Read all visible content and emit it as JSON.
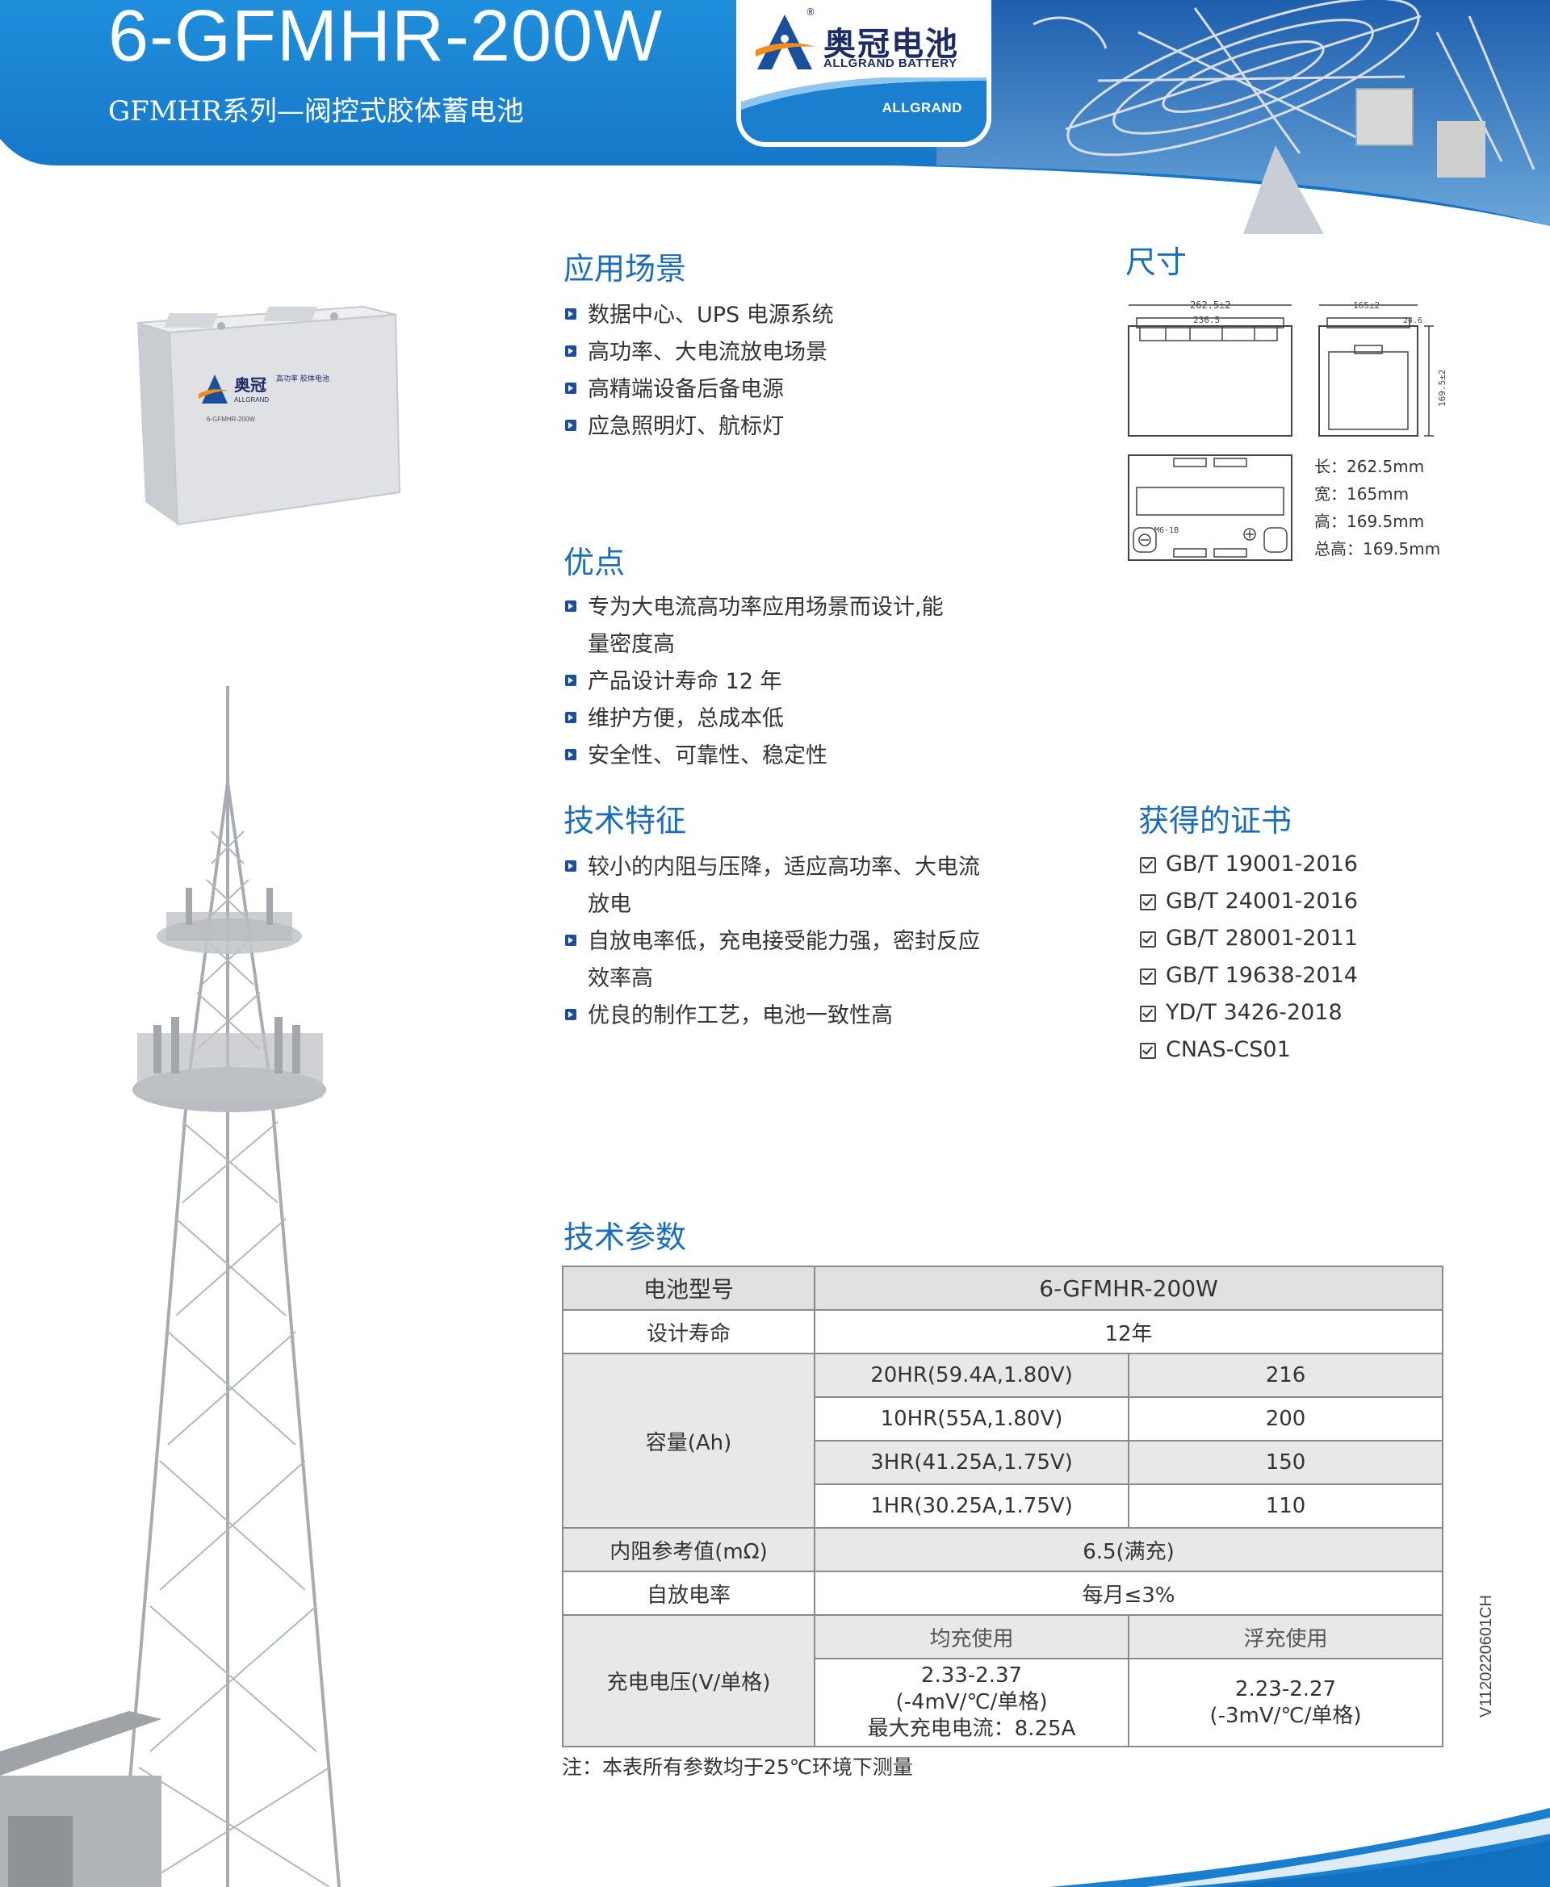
{
  "header": {
    "model": "6-GFMHR-200W",
    "subtitle": "GFMHR系列—阀控式胶体蓄电池",
    "brand_cn": "奥冠电池",
    "brand_en": "ALLGRAND BATTERY",
    "brand_band": "ALLGRAND",
    "registered": "®",
    "colors": {
      "primary_blue": "#1a7fcf",
      "title_blue": "#1a6dbd",
      "navy": "#1d2b66"
    }
  },
  "applications": {
    "title": "应用场景",
    "items": [
      "数据中心、UPS 电源系统",
      "高功率、大电流放电场景",
      "高精端设备后备电源",
      "应急照明灯、航标灯"
    ]
  },
  "advantages": {
    "title": "优点",
    "items": [
      "专为大电流高功率应用场景而设计,能",
      "量密度高",
      "产品设计寿命 12 年",
      "维护方便，总成本低",
      "安全性、可靠性、稳定性"
    ]
  },
  "features": {
    "title": "技术特征",
    "items": [
      "较小的内阻与压降，适应高功率、大电流",
      "放电",
      "自放电率低，充电接受能力强，密封反应",
      "效率高",
      "优良的制作工艺，电池一致性高"
    ]
  },
  "dimensions": {
    "title": "尺寸",
    "drawing_labels": {
      "length": "262.5±2",
      "inner_length": "236.5",
      "width": "165±2",
      "terminal": "24.6",
      "height": "169.5±2",
      "terminal_type": "M6-1B"
    },
    "length": "长：262.5mm",
    "width": "宽：165mm",
    "height": "高：169.5mm",
    "total_height": "总高：169.5mm"
  },
  "certificates": {
    "title": "获得的证书",
    "items": [
      "GB/T 19001-2016",
      "GB/T 24001-2016",
      "GB/T 28001-2011",
      "GB/T 19638-2014",
      "YD/T 3426-2018",
      "CNAS-CS01"
    ]
  },
  "battery_label": {
    "brand": "奥冠",
    "brand_en": "ALLGRAND",
    "tag": "高功率 胶体电池",
    "model": "6-GFMHR-200W"
  },
  "spec_table": {
    "title": "技术参数",
    "model_label": "电池型号",
    "model_value": "6-GFMHR-200W",
    "life_label": "设计寿命",
    "life_value": "12年",
    "capacity_label": "容量(Ah)",
    "capacity_rows": [
      {
        "condition": "20HR(59.4A,1.80V)",
        "value": "216"
      },
      {
        "condition": "10HR(55A,1.80V)",
        "value": "200"
      },
      {
        "condition": "3HR(41.25A,1.75V)",
        "value": "150"
      },
      {
        "condition": "1HR(30.25A,1.75V)",
        "value": "110"
      }
    ],
    "resistance_label": "内阻参考值(mΩ)",
    "resistance_value": "6.5(满充)",
    "self_discharge_label": "自放电率",
    "self_discharge_value": "每月≤3%",
    "charge_label": "充电电压(V/单格)",
    "equalize_label": "均充使用",
    "float_label": "浮充使用",
    "equalize_lines": [
      "2.33-2.37",
      "(-4mV/℃/单格)",
      "最大充电电流：8.25A"
    ],
    "float_lines": [
      "2.23-2.27",
      "(-3mV/℃/单格)"
    ]
  },
  "note": "注：本表所有参数均于25℃环境下测量",
  "version": "V1120220601CH"
}
